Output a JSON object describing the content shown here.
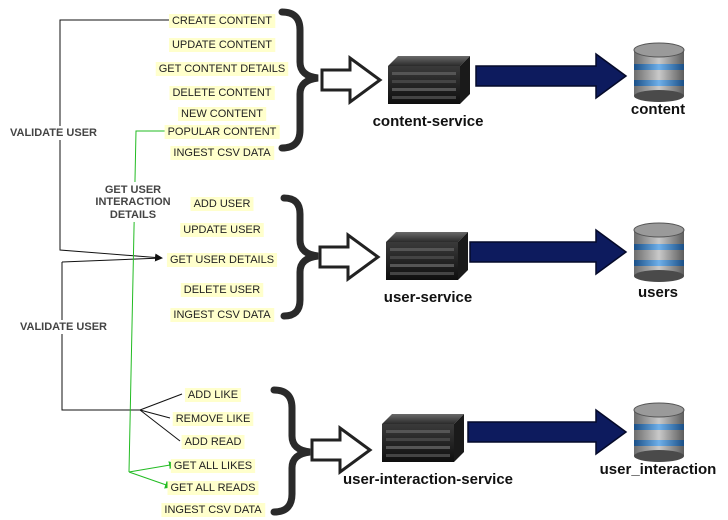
{
  "side_labels": {
    "validate_user_1": "VALIDATE USER",
    "validate_user_2": "VALIDATE USER",
    "interaction_lines": [
      "GET USER",
      "INTERACTION",
      "DETAILS"
    ]
  },
  "content": {
    "endpoints": [
      "CREATE CONTENT",
      "UPDATE CONTENT",
      "GET CONTENT DETAILS",
      "DELETE CONTENT",
      "NEW CONTENT",
      "POPULAR CONTENT",
      "INGEST CSV DATA"
    ],
    "service": "content-service",
    "database": "content"
  },
  "user": {
    "endpoints": [
      "ADD USER",
      "UPDATE USER",
      "GET USER DETAILS",
      "DELETE USER",
      "INGEST CSV DATA"
    ],
    "service": "user-service",
    "database": "users"
  },
  "interaction": {
    "endpoints": [
      "ADD LIKE",
      "REMOVE LIKE",
      "ADD READ",
      "GET ALL LIKES",
      "GET ALL READS",
      "INGEST CSV DATA"
    ],
    "service": "user-interaction-service",
    "database": "user_interaction"
  },
  "colors": {
    "label_highlight": "#ffffcc",
    "green_link": "#22bb22",
    "arrow_fill": "#0d1b5e",
    "brace": "#2a2a2a"
  }
}
